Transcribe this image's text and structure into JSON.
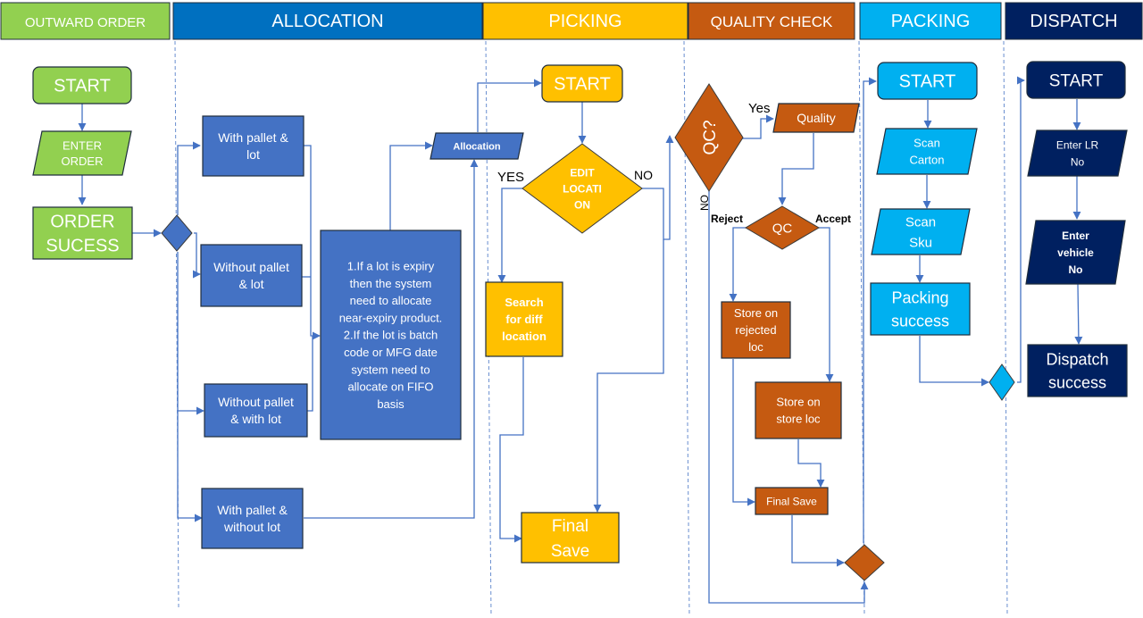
{
  "colors": {
    "outward": "#92d050",
    "allocation_header": "#0070c0",
    "allocation_node": "#4472c4",
    "picking": "#ffc000",
    "quality": "#c55a11",
    "packing": "#00b0f0",
    "dispatch": "#002060",
    "connector": "#4472c4",
    "border": "#1f2d3d",
    "text_light": "#ffffff",
    "text_dark": "#000000"
  },
  "lanes": [
    {
      "id": "outward",
      "label": "OUTWARD ORDER"
    },
    {
      "id": "allocation",
      "label": "ALLOCATION"
    },
    {
      "id": "picking",
      "label": "PICKING"
    },
    {
      "id": "quality",
      "label": "QUALITY CHECK"
    },
    {
      "id": "packing",
      "label": "PACKING"
    },
    {
      "id": "dispatch",
      "label": "DISPATCH"
    }
  ],
  "nodes": {
    "outward_start": {
      "lines": [
        "START"
      ]
    },
    "enter_order": {
      "lines": [
        "ENTER",
        "ORDER"
      ]
    },
    "order_success": {
      "lines": [
        "ORDER",
        "SUCESS"
      ]
    },
    "alloc_decision": {
      "lines": []
    },
    "with_pallet_lot": {
      "lines": [
        "With pallet &",
        "lot"
      ]
    },
    "without_pallet_lot": {
      "lines": [
        "Without pallet",
        "& lot"
      ]
    },
    "without_pallet_with_lot": {
      "lines": [
        "Without pallet",
        "& with lot"
      ]
    },
    "with_pallet_without_lot": {
      "lines": [
        "With pallet &",
        "without  lot"
      ]
    },
    "rules": {
      "lines": [
        "1.If a lot is expiry",
        "then the system",
        "need to allocate",
        "near-expiry product.",
        "2.If the lot is batch",
        "code or MFG date",
        "system need to",
        "allocate on FIFO",
        "basis"
      ]
    },
    "allocation_io": {
      "lines": [
        "Allocation"
      ]
    },
    "picking_start": {
      "lines": [
        "START"
      ]
    },
    "edit_location": {
      "lines": [
        "EDIT",
        "LOCATI",
        "ON"
      ]
    },
    "search_diff": {
      "lines": [
        "Search",
        "for diff",
        "location"
      ]
    },
    "picking_final": {
      "lines": [
        "Final",
        "Save"
      ]
    },
    "qc_question": {
      "lines": [
        "QC?"
      ]
    },
    "quality_io": {
      "lines": [
        "Quality"
      ]
    },
    "qc_decision": {
      "lines": [
        "QC"
      ]
    },
    "store_rejected": {
      "lines": [
        "Store on",
        "rejected",
        "loc"
      ]
    },
    "store_store": {
      "lines": [
        "Store on",
        "store loc"
      ]
    },
    "qc_final": {
      "lines": [
        "Final Save"
      ]
    },
    "qc_merge": {
      "lines": []
    },
    "packing_start": {
      "lines": [
        "START"
      ]
    },
    "scan_carton": {
      "lines": [
        "Scan",
        "Carton"
      ]
    },
    "scan_sku": {
      "lines": [
        "Scan",
        "Sku"
      ]
    },
    "packing_success": {
      "lines": [
        "Packing",
        "success"
      ]
    },
    "packing_merge": {
      "lines": []
    },
    "dispatch_start": {
      "lines": [
        "START"
      ]
    },
    "enter_lr": {
      "lines": [
        "Enter LR",
        "No"
      ]
    },
    "enter_vehicle": {
      "lines": [
        "Enter",
        "vehicle",
        "No"
      ]
    },
    "dispatch_success": {
      "lines": [
        "Dispatch",
        "success"
      ]
    }
  },
  "labels": {
    "edit_yes": "YES",
    "edit_no": "NO",
    "qc_yes": "Yes",
    "qc_no": "NO",
    "reject": "Reject",
    "accept": "Accept"
  }
}
